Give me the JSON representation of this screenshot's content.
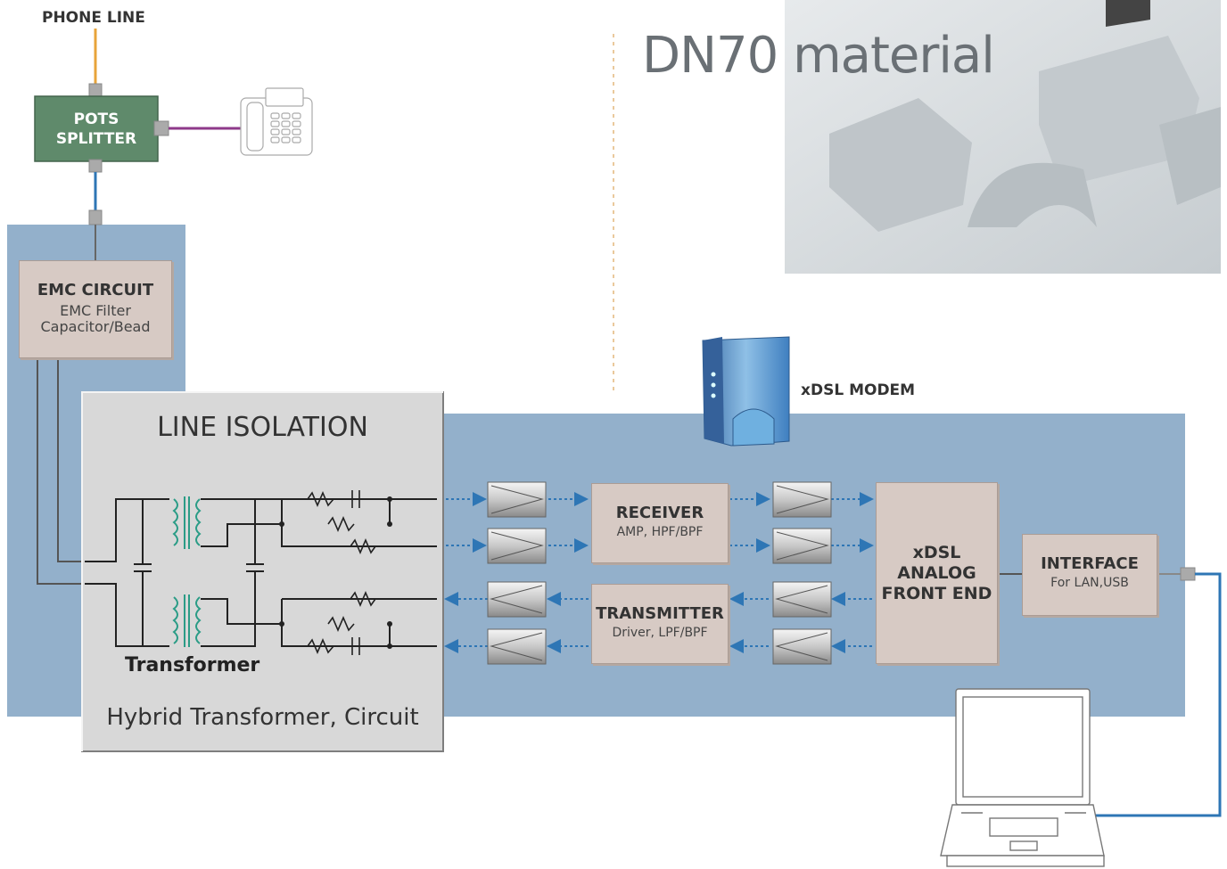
{
  "labels": {
    "phone_line": "PHONE LINE",
    "pots_splitter": "POTS\nSPLITTER",
    "emc_title": "EMC CIRCUIT",
    "emc_sub": "EMC Filter\nCapacitor/Bead",
    "line_isolation": "LINE ISOLATION",
    "transformer": "Transformer",
    "hybrid": "Hybrid Transformer, Circuit",
    "receiver_title": "RECEIVER",
    "receiver_sub": "AMP, HPF/BPF",
    "transmitter_title": "TRANSMITTER",
    "transmitter_sub": "Driver, LPF/BPF",
    "afe": "xDSL\nANALOG\nFRONT END",
    "interface_title": "INTERFACE",
    "interface_sub": "For LAN,USB",
    "modem": "xDSL MODEM",
    "material": "DN70 material"
  },
  "colors": {
    "panel": "#93b0cb",
    "splitter": "#5f8a6b",
    "box": "#d7cac4",
    "isolation": "#d8d8d8",
    "phone_line": "#e8a43a",
    "phone_wire": "#8e3a8a",
    "signal": "#2e76b5",
    "coil": "#2a9c86"
  },
  "icons": [
    "phone-icon",
    "modem-icon",
    "laptop-icon",
    "material-photo"
  ]
}
